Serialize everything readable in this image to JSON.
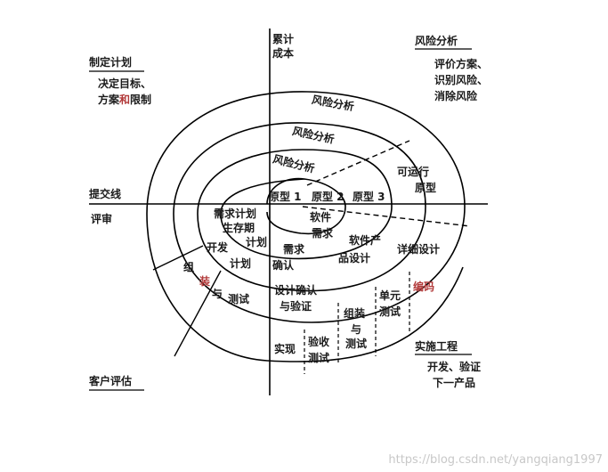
{
  "quadrants": {
    "planning": {
      "title": "制定计划",
      "desc_1": "决定目标、",
      "desc_2a": "方案",
      "desc_2b": "和",
      "desc_2c": "限制"
    },
    "risk": {
      "title": "风险分析",
      "desc_1": "评价方案、",
      "desc_2": "识别风险、",
      "desc_3": "消除风险"
    },
    "engineering": {
      "title": "实施工程",
      "desc_1": "开发、验证",
      "desc_2": "下一产品"
    },
    "evaluation": {
      "title": "客户评估"
    }
  },
  "axes": {
    "cost_1": "累计",
    "cost_2": "成本",
    "commit": "提交线",
    "review": "评审"
  },
  "spiral": {
    "risk_analysis": [
      "风险分析",
      "风险分析",
      "风险分析"
    ],
    "prototypes": [
      "原型 1",
      "原型 2",
      "原型 3"
    ],
    "operational_prototype_1": "可运行",
    "operational_prototype_2": "原型",
    "req_plan_1": "需求计划",
    "req_plan_2": "生存期",
    "req_plan_3": "计划",
    "dev_plan_1": "开发",
    "dev_plan_2": "计划",
    "integ_1": "组",
    "integ_2": "装",
    "integ_3": "与",
    "integ_4": "测试",
    "sw_req_1": "软件",
    "sw_req_2": "需求",
    "req_conf_1": "需求",
    "req_conf_2": "确认",
    "product_design_1": "软件产",
    "product_design_2": "品设计",
    "detail_design": "详细设计",
    "design_verify_1": "设计确认",
    "design_verify_2": "与验证",
    "coding": "编码",
    "unit_test_1": "单元",
    "unit_test_2": "测试",
    "integ_test_1": "组装",
    "integ_test_2": "与",
    "integ_test_3": "测试",
    "acceptance_1": "验收",
    "acceptance_2": "测试",
    "implementation": "实现"
  },
  "watermark": "https://blog.csdn.net/yangqiang1997"
}
